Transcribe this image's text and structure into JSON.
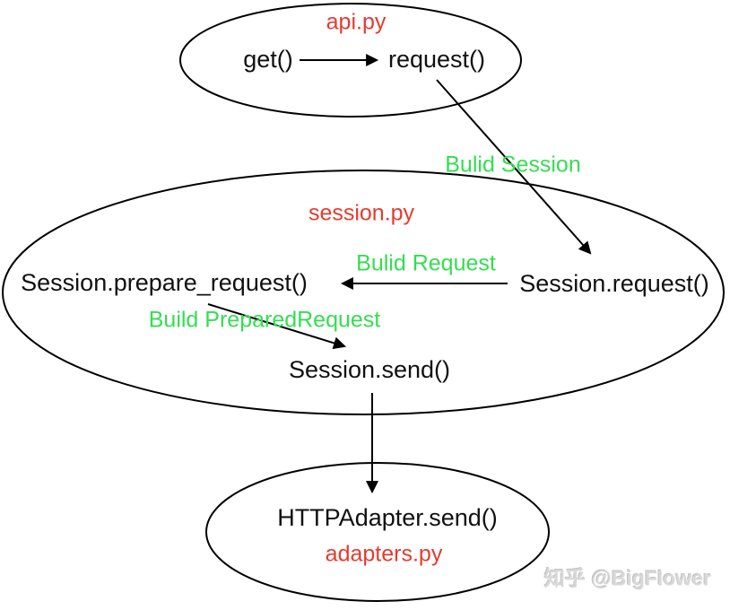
{
  "diagram": {
    "modules": [
      {
        "name": "api.py",
        "functions": [
          {
            "label": "get()"
          },
          {
            "label": "request()"
          }
        ]
      },
      {
        "name": "session.py",
        "functions": [
          {
            "label": "Session.request()"
          },
          {
            "label": "Session.prepare_request()"
          },
          {
            "label": "Session.send()"
          }
        ]
      },
      {
        "name": "adapters.py",
        "functions": [
          {
            "label": "HTTPAdapter.send()"
          }
        ]
      }
    ],
    "edges": [
      {
        "from": "get()",
        "to": "request()"
      },
      {
        "from": "request()",
        "to": "Session.request()",
        "label": "Bulid Session"
      },
      {
        "from": "Session.request()",
        "to": "Session.prepare_request()",
        "label": "Bulid Request"
      },
      {
        "from": "Session.prepare_request()",
        "to": "Session.send()",
        "label": "Build PreparedRequest"
      },
      {
        "from": "Session.send()",
        "to": "HTTPAdapter.send()"
      }
    ],
    "watermark": "知乎 @BigFlower",
    "colors": {
      "module_label": "#e53b30",
      "action_label": "#35dd52",
      "function_label": "#111111",
      "outline": "#000000",
      "watermark": "#d8d8d8",
      "background": "#ffffff"
    }
  }
}
